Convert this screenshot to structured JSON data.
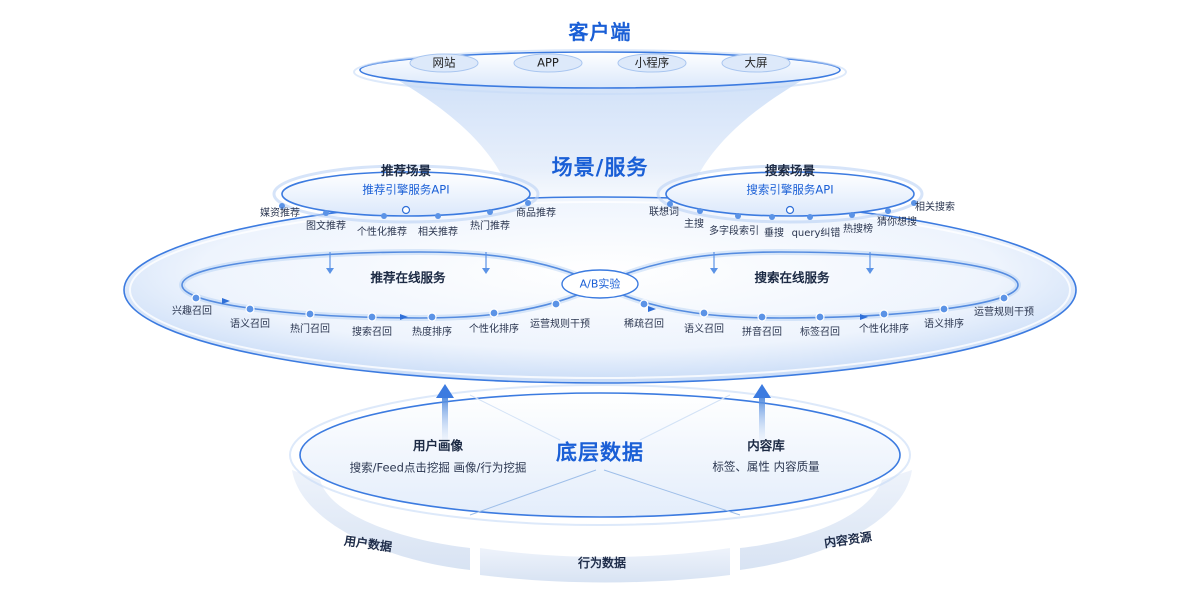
{
  "client": {
    "title": "客户端",
    "channels": [
      "网站",
      "APP",
      "小程序",
      "大屏"
    ]
  },
  "scene_service": {
    "title": "场景/服务"
  },
  "recommend_scene": {
    "title": "推荐场景",
    "api": "推荐引擎服务API",
    "items": [
      "媒资推荐",
      "图文推荐",
      "个性化推荐",
      "相关推荐",
      "热门推荐",
      "商品推荐"
    ]
  },
  "search_scene": {
    "title": "搜索场景",
    "api": "搜索引擎服务API",
    "items": [
      "联想词",
      "主搜",
      "多字段索引",
      "垂搜",
      "query纠错",
      "热搜榜",
      "猜你想搜",
      "相关搜索"
    ]
  },
  "recommend_online": {
    "title": "推荐在线服务",
    "steps": [
      "兴趣召回",
      "语义召回",
      "热门召回",
      "搜索召回",
      "热度排序",
      "个性化排序",
      "运营规则干预"
    ]
  },
  "ab_test": {
    "label": "A/B实验"
  },
  "search_online": {
    "title": "搜索在线服务",
    "steps": [
      "稀疏召回",
      "语义召回",
      "拼音召回",
      "标签召回",
      "个性化排序",
      "语义排序",
      "运营规则干预"
    ]
  },
  "base_data": {
    "title": "底层数据",
    "user_profile": {
      "title": "用户画像",
      "desc": "搜索/Feed点击挖掘   画像/行为挖掘"
    },
    "content_lib": {
      "title": "内容库",
      "desc": "标签、属性   内容质量"
    }
  },
  "sources": [
    "用户数据",
    "行为数据",
    "内容资源"
  ]
}
